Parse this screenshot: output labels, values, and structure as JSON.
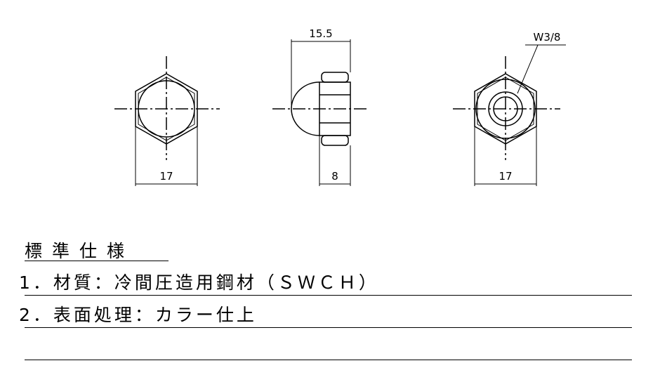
{
  "drawing": {
    "front_view": {
      "dimension": "17"
    },
    "side_view": {
      "dimension_top": "15.5",
      "dimension_bottom": "8"
    },
    "back_view": {
      "dimension": "17",
      "thread": "W3/8"
    }
  },
  "spec": {
    "heading": "標準仕様",
    "lines": [
      "1．材質：冷間圧造用鋼材（ＳＷＣＨ）",
      "2．表面処理：カラー仕上",
      ""
    ]
  }
}
